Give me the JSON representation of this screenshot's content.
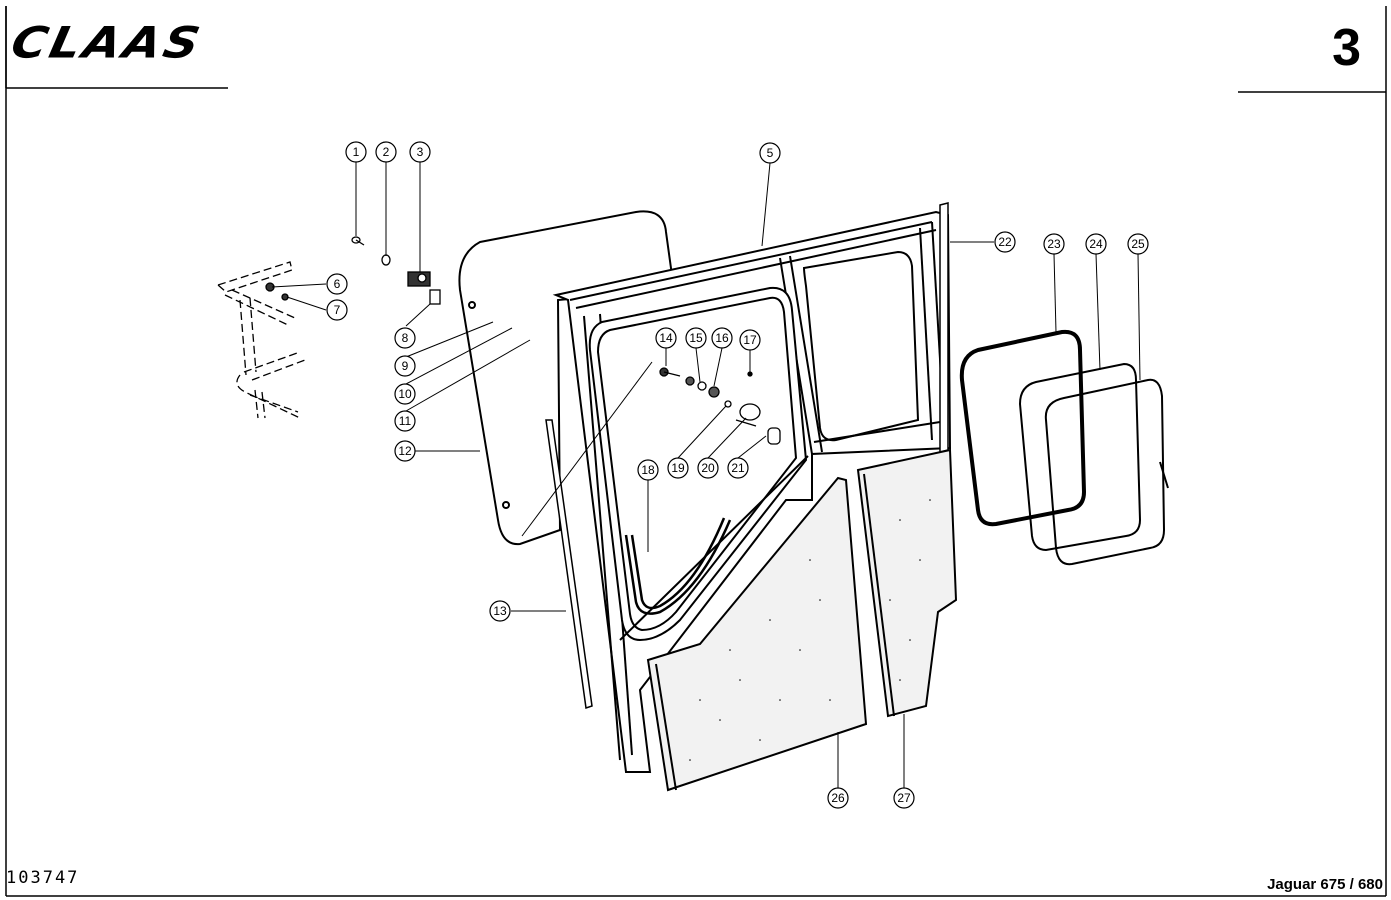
{
  "header": {
    "brand": "CLAAS",
    "page_number": "3"
  },
  "footer": {
    "document_number": "103747",
    "model": "Jaguar 675 / 680"
  },
  "callouts": [
    "1",
    "2",
    "3",
    "5",
    "6",
    "7",
    "8",
    "9",
    "10",
    "11",
    "12",
    "13",
    "14",
    "15",
    "16",
    "17",
    "18",
    "19",
    "20",
    "21",
    "22",
    "23",
    "24",
    "25",
    "26",
    "27"
  ]
}
